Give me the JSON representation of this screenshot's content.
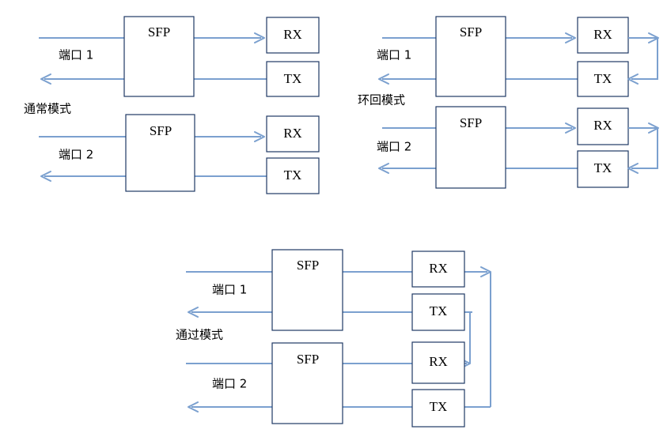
{
  "figure": {
    "title": "SFP port mode diagrams",
    "accent_line_color": "#7ba0cf",
    "box_stroke_color": "#1f3864",
    "background_color": "#ffffff"
  },
  "labels": {
    "sfp": "SFP",
    "rx": "RX",
    "tx": "TX",
    "port1": "端口 1",
    "port2": "端口 2"
  },
  "diagrams": [
    {
      "id": "normal-mode",
      "mode_label": "通常模式",
      "position": "top-left",
      "ports": [
        {
          "name": "端口 1",
          "sfp_label": "SFP",
          "rx_label": "RX",
          "tx_label": "TX",
          "rx_direction": "rightward",
          "tx_direction": "leftward",
          "loopback": false
        },
        {
          "name": "端口 2",
          "sfp_label": "SFP",
          "rx_label": "RX",
          "tx_label": "TX",
          "rx_direction": "rightward",
          "tx_direction": "leftward",
          "loopback": false
        }
      ]
    },
    {
      "id": "loopback-mode",
      "mode_label": "环回模式",
      "position": "top-right",
      "ports": [
        {
          "name": "端口 1",
          "sfp_label": "SFP",
          "rx_label": "RX",
          "tx_label": "TX",
          "rx_direction": "rightward",
          "tx_direction": "leftward",
          "loopback": true
        },
        {
          "name": "端口 2",
          "sfp_label": "SFP",
          "rx_label": "RX",
          "tx_label": "TX",
          "rx_direction": "rightward",
          "tx_direction": "leftward",
          "loopback": true
        }
      ]
    },
    {
      "id": "passthrough-mode",
      "mode_label": "通过模式",
      "position": "bottom-center",
      "ports": [
        {
          "name": "端口 1",
          "sfp_label": "SFP",
          "rx_label": "RX",
          "tx_label": "TX",
          "rx_direction": "rightward",
          "tx_direction": "leftward",
          "loopback": false,
          "cross_connect": "port1-rx-to-port2-tx"
        },
        {
          "name": "端口 2",
          "sfp_label": "SFP",
          "rx_label": "RX",
          "tx_label": "TX",
          "rx_direction": "rightward",
          "tx_direction": "leftward",
          "loopback": false,
          "cross_connect": "port2-rx-to-port1-tx"
        }
      ]
    }
  ]
}
